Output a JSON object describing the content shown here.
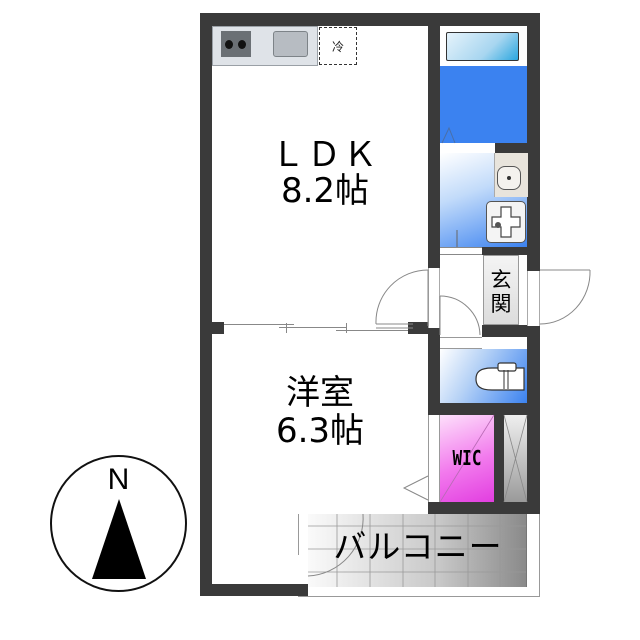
{
  "floorplan": {
    "rooms": {
      "ldk": {
        "name": "ＬＤＫ",
        "area": "8.2帖"
      },
      "western": {
        "name": "洋室",
        "area": "6.3帖"
      },
      "entrance": {
        "name": "玄関"
      },
      "wic": {
        "name": "WIC"
      },
      "balcony": {
        "name": "バルコニー"
      }
    },
    "fixtures": {
      "fridge": "冷"
    },
    "compass": {
      "label": "N"
    },
    "colors": {
      "wall": "#3a3a3a",
      "bath_blue": "#3b82f0",
      "wash_blue": "#9cc3f5",
      "wic_magenta": "#e23ee0",
      "balcony_gray": "#b8b8b8",
      "counter_gray": "#dfe3e8"
    }
  }
}
